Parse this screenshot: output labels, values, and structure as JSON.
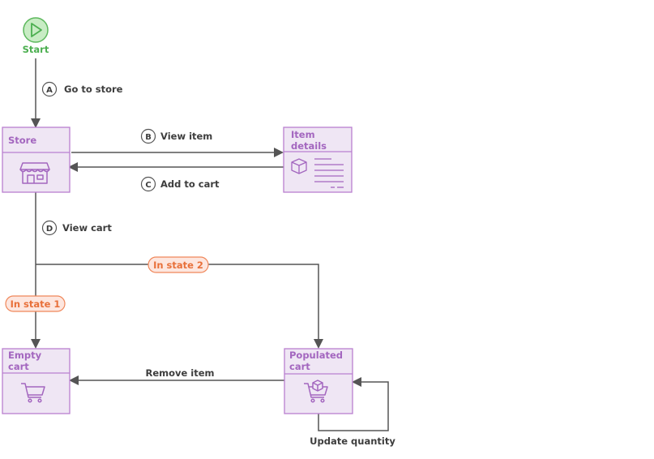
{
  "start": {
    "label": "Start"
  },
  "nodes": {
    "store": {
      "title": "Store",
      "icon": "storefront-icon"
    },
    "item_details": {
      "title_line1": "Item",
      "title_line2": "details",
      "icon": "product-details-icon"
    },
    "empty_cart": {
      "title_line1": "Empty",
      "title_line2": "cart",
      "icon": "shopping-cart-icon"
    },
    "populated_cart": {
      "title_line1": "Populated",
      "title_line2": "cart",
      "icon": "cart-with-box-icon"
    }
  },
  "transitions": {
    "a": {
      "step": "A",
      "label": "Go to store"
    },
    "b": {
      "step": "B",
      "label": "View item"
    },
    "c": {
      "step": "C",
      "label": "Add to cart"
    },
    "d": {
      "step": "D",
      "label": "View cart"
    },
    "remove": {
      "label": "Remove item"
    },
    "update": {
      "label": "Update quantity"
    }
  },
  "states": {
    "state1": {
      "label": "In state 1"
    },
    "state2": {
      "label": "In state 2"
    }
  },
  "colors": {
    "node_fill": "#efe6f4",
    "node_stroke": "#b97fd0",
    "node_title": "#a366bf",
    "edge": "#555555",
    "start_fill": "#c8ecc4",
    "start_stroke": "#5cb85c",
    "state_fill": "#fde6df",
    "state_stroke": "#f0875a",
    "state_text": "#e8703a"
  }
}
